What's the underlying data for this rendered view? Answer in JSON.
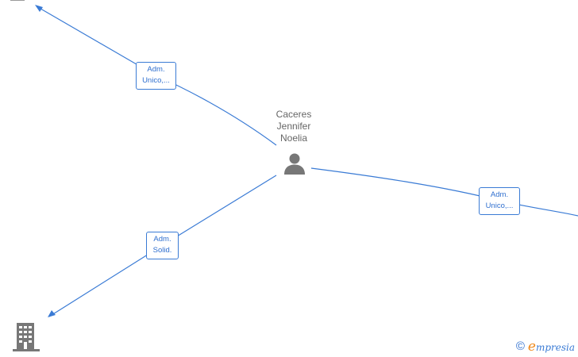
{
  "person": {
    "name_lines": [
      "Caceres",
      "Jennifer",
      "Noelia"
    ]
  },
  "edges": [
    {
      "label_lines": [
        "Adm.",
        "Unico,..."
      ]
    },
    {
      "label_lines": [
        "Adm.",
        "Unico,..."
      ]
    },
    {
      "label_lines": [
        "Adm.",
        "Solid."
      ]
    }
  ],
  "footer": {
    "copyright_symbol": "©",
    "brand_initial": "e",
    "brand_rest": "mpresia"
  },
  "colors": {
    "edge": "#3a7bd5",
    "person_icon": "#777777",
    "building_icon": "#777777",
    "brand_accent": "#f08a1c"
  },
  "icons": {
    "person": "person-icon",
    "company": "building-icon"
  }
}
